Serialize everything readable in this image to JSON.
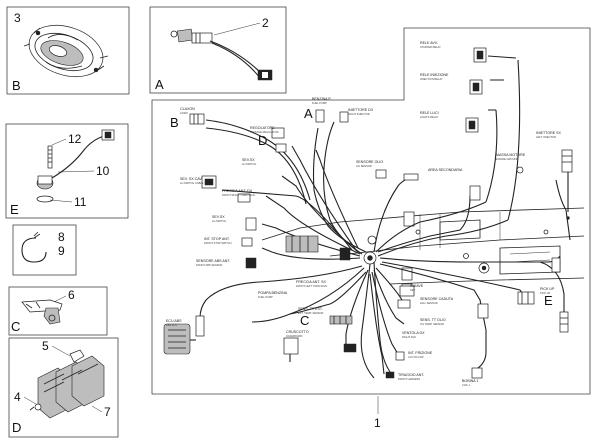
{
  "refs": {
    "r1": "1",
    "r2": "2",
    "r3": "3",
    "r4": "4",
    "r5": "5",
    "r6": "6",
    "r7": "7",
    "r8": "8",
    "r9": "9",
    "r10": "10",
    "r11": "11",
    "r12": "12"
  },
  "letters": {
    "panel_a": "A",
    "panel_b": "B",
    "panel_c": "C",
    "panel_d": "D",
    "panel_e": "E",
    "main_a": "A",
    "main_b": "B",
    "main_c": "C",
    "main_d": "D",
    "main_e": "E"
  },
  "labels": {
    "claxon": "CLAXON",
    "claxon_sub": "HORN",
    "regolatore": "REGOLATORE",
    "regolatore_sub": "VOLTAGE REGULATOR",
    "sevsx": "SEV.SX",
    "sevsx_sub": "LH SWITCH",
    "sevsx2": "SEV.SX",
    "sevsx2_sub": "LH SWITCH",
    "rele_avv": "RELE AVV.",
    "rele_avv_sub": "STARTER RELAY",
    "rele_iniez": "RELE INIEZIONE",
    "rele_iniez_sub": "INJECTION RELAY",
    "rele_luci": "RELE LUCI",
    "rele_luci_sub": "LIGHTS RELAY",
    "benzina_p": "BENZINA P.",
    "benzina_p_sub": "FUEL PUMP",
    "sensore_olio": "SENSORE OLIO",
    "sensore_olio_sub": "OIL SENSOR",
    "massa_motore": "MASSA MOTORE",
    "massa_motore_sub": "ENGINE GROUND",
    "area_secondaria": "AREA SECONDARIA",
    "freccia_ant_dx": "FRECCIA ANT. DX",
    "freccia_ant_dx_sub": "FRONT RIGHT TURN SIGN.",
    "sevsx_cav": "SEV. SX CAV.",
    "sevsx_cav_sub": "LH SWITCH CABLE",
    "int_stop_ant": "INT. STOP ANT.",
    "int_stop_ant_sub": "FRONT STOP SWITCH",
    "sensore_abs_ant": "SENSORE ABS ANT.",
    "sensore_abs_ant_sub": "FRONT ABS SENSOR",
    "freccia_ant_sx": "FRECCIA ANT. SX",
    "freccia_ant_sx_sub": "FRONT LEFT TURN SIGN.",
    "pompa_benzina": "POMPA BENZINA",
    "pompa_benzina_sub": "FUEL PUMP",
    "ecu_abs": "ECU ABS",
    "ecu_abs_sub": "ABS ECU",
    "sens_tt_est": "SENS. TT EST.",
    "sens_tt_est_sub": "EXT. TEMP. SENSOR",
    "cruscotto": "CRUSCOTTO",
    "cruscotto_sub": "DASHBOARD",
    "chiave": "CHIAVE",
    "chiave_sub": "KEY",
    "sensore_caduta": "SENSORE CADUTA",
    "sensore_caduta_sub": "FALL SENSOR",
    "sens_tt_olio": "SENS. TT OLIO",
    "sens_tt_olio_sub": "OIL TEMP. SENSOR",
    "ventola_dx": "VENTOLA DX",
    "ventola_dx_sub": "RIGHT FAN",
    "int_frizione": "INT. FRIZIONE",
    "int_frizione_sub": "CLUTCH SW.",
    "bobina": "BOBINA 1",
    "bobina_sub": "COIL 1",
    "iniettore_sx": "INIETTORE SX",
    "iniettore_sx_sub": "LEFT INJECTOR",
    "iniettore_dx": "INIETTORE DX",
    "iniettore_dx_sub": "RIGHT INJECTOR",
    "tiraggio_ant": "TIRAGGIO ANT.",
    "tiraggio_ant_sub": "FRONT HARNESS",
    "pick_up": "PICK UP",
    "pick_up_sub": "PICK UP"
  }
}
